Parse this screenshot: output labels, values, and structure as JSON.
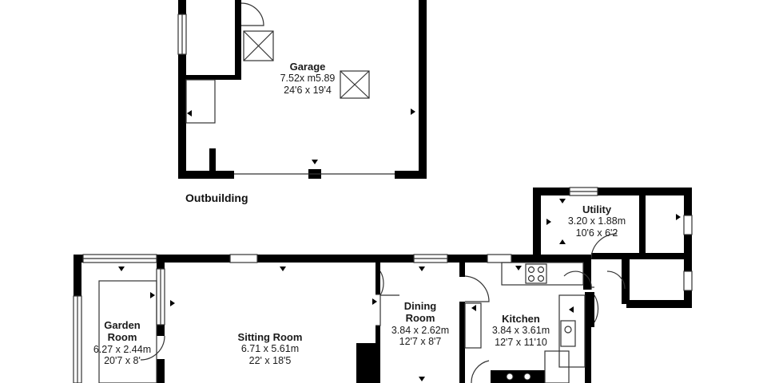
{
  "outbuilding_caption": "Outbuilding",
  "rooms": {
    "garage": {
      "name": "Garage",
      "metric": "7.52x m5.89",
      "imperial": "24'6 x 19'4"
    },
    "utility": {
      "name": "Utility",
      "metric": "3.20 x 1.88m",
      "imperial": "10'6 x 6'2"
    },
    "garden_room": {
      "name_line1": "Garden",
      "name_line2": "Room",
      "metric": "6.27 x 2.44m",
      "imperial": "20'7 x 8'"
    },
    "sitting_room": {
      "name": "Sitting Room",
      "metric": "6.71 x 5.61m",
      "imperial": "22' x 18'5"
    },
    "dining_room": {
      "name_line1": "Dining",
      "name_line2": "Room",
      "metric": "3.84 x 2.62m",
      "imperial": "12'7 x 8'7"
    },
    "kitchen": {
      "name": "Kitchen",
      "metric": "3.84 x 3.61m",
      "imperial": "12'7 x 11'10"
    }
  }
}
